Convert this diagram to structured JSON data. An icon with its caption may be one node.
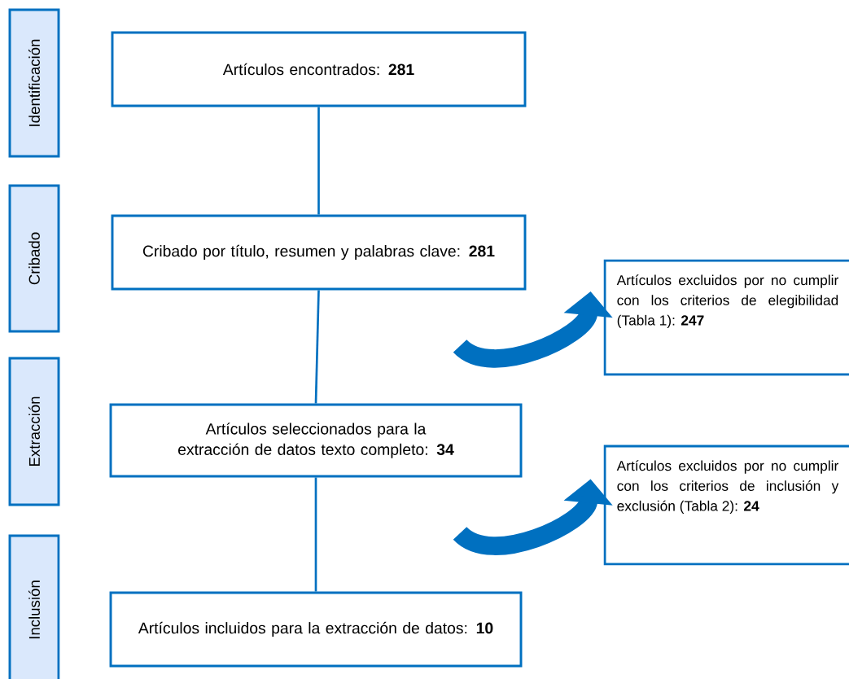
{
  "diagram": {
    "nodes": [
      {
        "text": [
          "Identificación"
        ]
      },
      {
        "text": [
          "Cribado"
        ]
      },
      {
        "text": [
          "Extracción"
        ]
      },
      {
        "text": [
          "Inclusión"
        ]
      },
      {
        "text": [
          "Artículos encontrados: **281**"
        ]
      },
      {
        "text": [
          "Cribado por título, resumen y palabras clave: **281**"
        ]
      },
      {
        "text": [
          "Artículos seleccionados para la extracción de datos texto completo: **34**"
        ]
      },
      {
        "text": [
          "Artículos incluidos para la extracción de datos: **10**"
        ]
      },
      {
        "text": [
          "Artículos excluidos por no cumplir con los criterios de elegibilidad (Tabla 1): **247**"
        ]
      },
      {
        "text": [
          "Artículos excluidos por no cumplir con los criterios de inclusión y exclusión (Tabla 2): **24**"
        ]
      }
    ],
    "edges": [
      {
        "from": 4,
        "to": 5,
        "arrow": "none"
      },
      {
        "from": 5,
        "to": 6,
        "arrow": "none"
      },
      {
        "from": 6,
        "to": 7,
        "arrow": "none"
      },
      {
        "from": null,
        "to": 8,
        "arrow": "to",
        "style": "thick"
      },
      {
        "from": null,
        "to": 9,
        "arrow": "to",
        "style": "thick"
      }
    ]
  }
}
